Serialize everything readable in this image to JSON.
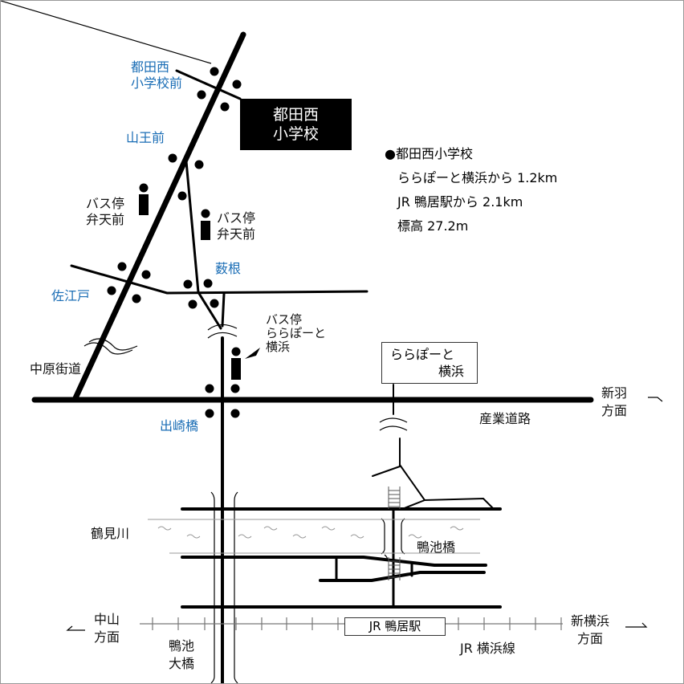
{
  "school": {
    "line1": "都田西",
    "line2": "小学校"
  },
  "info": {
    "title": "●都田西小学校",
    "from_lalaport": "ららぽーと横浜から 1.2km",
    "from_station": "JR 鴨居駅から 2.1km",
    "elevation": "標高 27.2m"
  },
  "intersections": {
    "tsudanishi_mae_1": "都田西",
    "tsudanishi_mae_2": "小学校前",
    "sanno_mae": "山王前",
    "yabune": "薮根",
    "saedo": "佐江戸",
    "dezakibashi": "出崎橋"
  },
  "bus_stops": {
    "benten_left_1": "バス停",
    "benten_left_2": "弁天前",
    "benten_right_1": "バス停",
    "benten_right_2": "弁天前",
    "lalaport_1": "バス停",
    "lalaport_2": "ららぽーと",
    "lalaport_3": "横浜"
  },
  "landmarks": {
    "lalaport_1": "ららぽーと",
    "lalaport_2": "横浜",
    "station": "JR 鴨居駅"
  },
  "roads": {
    "nakahara_kaido": "中原街道",
    "sangyo_doro": "産業道路",
    "jr_line": "JR 横浜線",
    "river": "鶴見川",
    "kamoike_bridge": "鴨池橋",
    "kamoike_ohashi_1": "鴨池",
    "kamoike_ohashi_2": "大橋"
  },
  "directions": {
    "shinba_1": "新羽",
    "shinba_2": "方面",
    "nakayama_1": "中山",
    "nakayama_2": "方面",
    "shinyokohama_1": "新横浜",
    "shinyokohama_2": "方面"
  },
  "colors": {
    "intersection_label": "#1a6db5",
    "road": "#000000",
    "river": "#999999"
  }
}
